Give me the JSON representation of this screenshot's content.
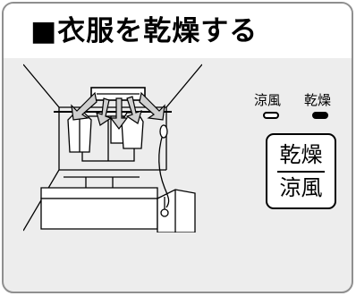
{
  "title": "■衣服を乾燥する",
  "indicators": {
    "cool_label": "涼風",
    "dry_label": "乾燥"
  },
  "button": {
    "top_label": "乾燥",
    "bottom_label": "涼風"
  },
  "indicator_state": {
    "cool_lit": false,
    "dry_lit": true
  },
  "icons": [
    "bathroom-dryer-illustration",
    "airflow-arrow-icon",
    "indicator-led-icon"
  ]
}
